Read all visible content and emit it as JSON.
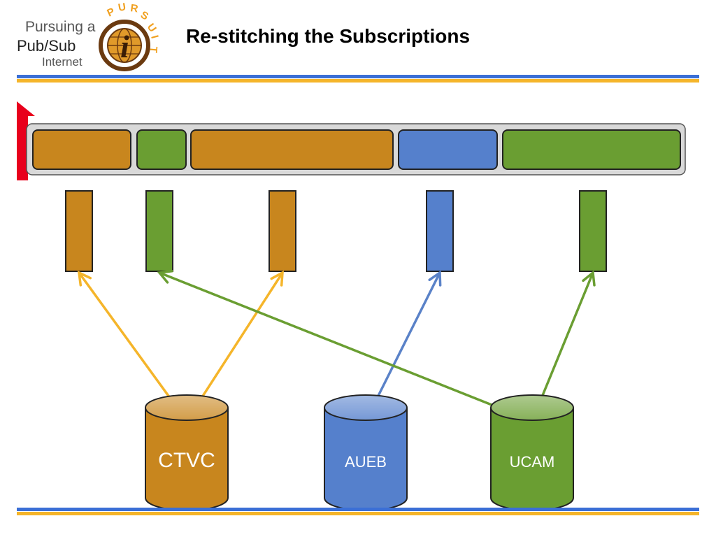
{
  "logo": {
    "line1": "Pursuing a",
    "line2": "Pub/Sub",
    "line3": "Internet",
    "arc_letters": [
      "P",
      "U",
      "R",
      "S",
      "U",
      "I",
      "T"
    ],
    "emblem_letter": "i"
  },
  "title": "Re-stitching the Subscriptions",
  "colors": {
    "accent_blue": "#3b6fd6",
    "accent_orange": "#f5b52a",
    "ctvc": "#c8861e",
    "aueb": "#5580cc",
    "ucam": "#6a9e32",
    "arrow_ctvc": "#f5b52a",
    "arrow_aueb": "#5a82c8",
    "arrow_ucam": "#6a9e32",
    "indicator": "#e8001c"
  },
  "segments": [
    "ctvc",
    "ucam",
    "ctvc",
    "aueb",
    "ucam"
  ],
  "sources": [
    {
      "id": "ctvc",
      "label": "CTVC"
    },
    {
      "id": "aueb",
      "label": "AUEB"
    },
    {
      "id": "ucam",
      "label": "UCAM"
    }
  ],
  "arrows": [
    {
      "from": "ctvc",
      "to_piece": 0
    },
    {
      "from": "ctvc",
      "to_piece": 2
    },
    {
      "from": "aueb",
      "to_piece": 3
    },
    {
      "from": "ucam",
      "to_piece": 1
    },
    {
      "from": "ucam",
      "to_piece": 4
    }
  ]
}
